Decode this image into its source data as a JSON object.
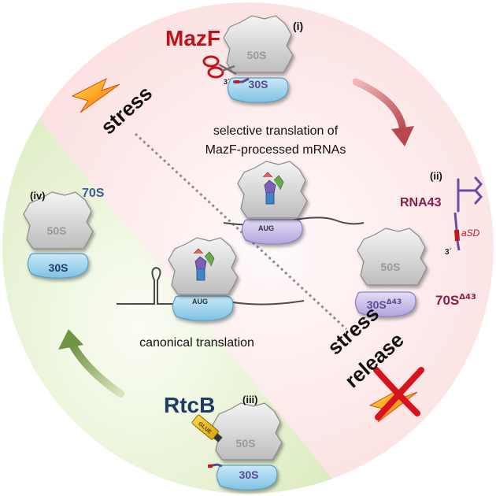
{
  "labels": {
    "stress": "stress",
    "stress_release_line1": "stress",
    "stress_release_line2": "release",
    "selective_line1": "selective translation of",
    "selective_line2": "MazF-processed mRNAs",
    "canonical": "canonical translation"
  },
  "enzymes": {
    "mazf": "MazF",
    "rtcb": "RtcB",
    "rna43": "RNA43"
  },
  "steps": {
    "i": "(i)",
    "ii": "(ii)",
    "iii": "(iii)",
    "iv": "(iv)"
  },
  "ribosomes": {
    "large": "50S",
    "small": "30S",
    "full": "70S",
    "small_delta_base": "30S",
    "delta_sup": "Δ43",
    "full_delta_base": "70S",
    "codon": "AUG"
  },
  "rna": {
    "asd": "aSD",
    "three_prime": "3´"
  },
  "glue": "GLUE",
  "colors": {
    "mazf_red": "#c0121b",
    "rtcb_blue": "#1f3b66",
    "seventy_s_blue": "#3a5e9c",
    "rna43_maroon": "#8c1c4a",
    "stress_zone": "#fde8e8",
    "canonical_zone": "#e5f2cf",
    "subunit_30s": "#9fd3ec",
    "subunit_30s_delta": "#c9bfe6",
    "subunit_50s": "#d6d6d6"
  }
}
